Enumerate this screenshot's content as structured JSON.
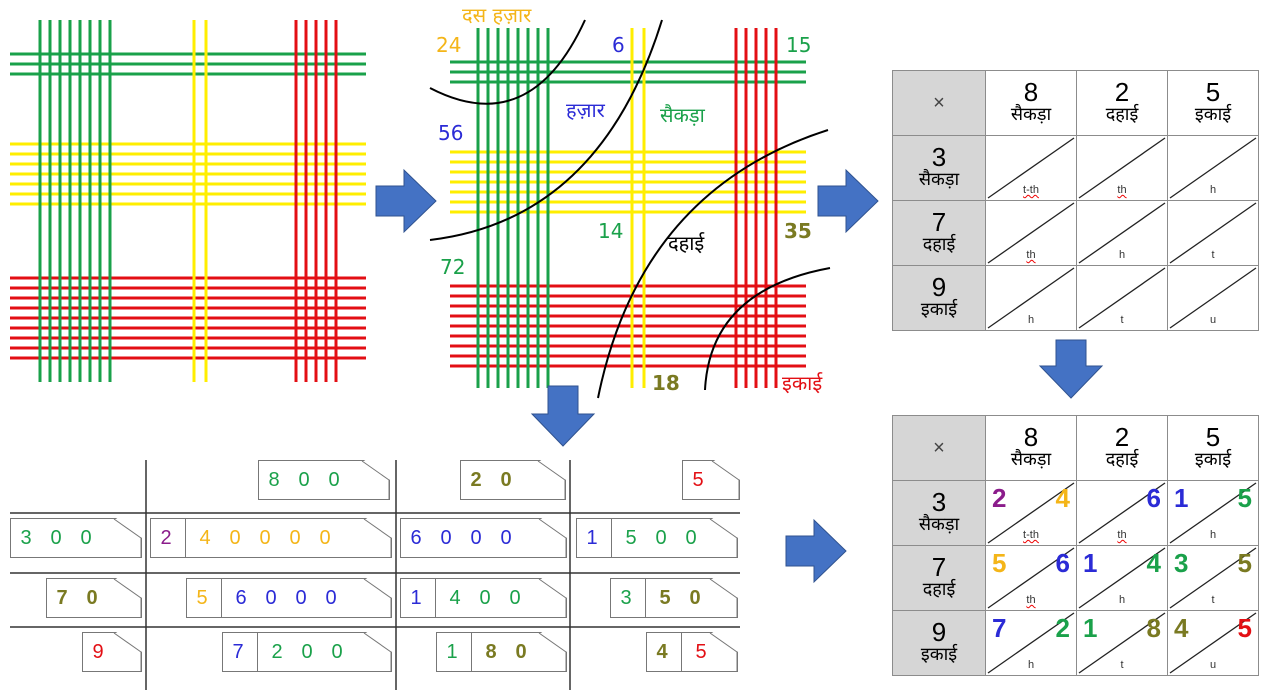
{
  "colors": {
    "green": "#1aa14a",
    "yellow": "#ffee00",
    "red": "#e30f14",
    "blue": "#2b2bd6",
    "orange": "#f4b518",
    "olive": "#7a7a22",
    "purple": "#8b1c8b",
    "arrow": "#4472c4"
  },
  "diagram2": {
    "labels": {
      "das_hazar": "दस हज़ार",
      "hazar": "हज़ार",
      "saikda": "सैकड़ा",
      "dahai": "दहाई",
      "ikai": "इकाई",
      "n24": "24",
      "n6": "6",
      "n15": "15",
      "n56": "56",
      "n14": "14",
      "n35": "35",
      "n72": "72",
      "n18": "18"
    }
  },
  "table_top": {
    "corner": "×",
    "cols": [
      {
        "num": "8",
        "place": "सैकड़ा"
      },
      {
        "num": "2",
        "place": "दहाई"
      },
      {
        "num": "5",
        "place": "इकाई"
      }
    ],
    "rows": [
      {
        "num": "3",
        "place": "सैकड़ा",
        "caps": [
          "t-th",
          "th",
          "h"
        ]
      },
      {
        "num": "7",
        "place": "दहाई",
        "caps": [
          "th",
          "h",
          "t"
        ]
      },
      {
        "num": "9",
        "place": "इकाई",
        "caps": [
          "h",
          "t",
          "u"
        ]
      }
    ]
  },
  "table_bottom": {
    "corner": "×",
    "cols": [
      {
        "num": "8",
        "place": "सैकड़ा"
      },
      {
        "num": "2",
        "place": "दहाई"
      },
      {
        "num": "5",
        "place": "इकाई"
      }
    ],
    "rows": [
      {
        "num": "3",
        "place": "सैकड़ा",
        "cells": [
          {
            "l": "2",
            "r": "4",
            "cap": "t-th"
          },
          {
            "l": "",
            "r": "6",
            "cap": "th"
          },
          {
            "l": "1",
            "r": "5",
            "cap": "h"
          }
        ]
      },
      {
        "num": "7",
        "place": "दहाई",
        "cells": [
          {
            "l": "5",
            "r": "6",
            "cap": "th"
          },
          {
            "l": "1",
            "r": "4",
            "cap": "h"
          },
          {
            "l": "3",
            "r": "5",
            "cap": "t"
          }
        ]
      },
      {
        "num": "9",
        "place": "इकाई",
        "cells": [
          {
            "l": "7",
            "r": "2",
            "cap": "h"
          },
          {
            "l": "1",
            "r": "8",
            "cap": "t"
          },
          {
            "l": "4",
            "r": "5",
            "cap": "u"
          }
        ]
      }
    ]
  },
  "grid_boxes": {
    "header": [
      [
        "8",
        "0",
        "0"
      ],
      [
        "2",
        "0"
      ],
      [
        "5"
      ]
    ],
    "rows": [
      {
        "mult": [
          "3",
          "0",
          "0"
        ],
        "p1": [
          [
            "2"
          ],
          [
            "4",
            "0",
            "0",
            "0",
            "0"
          ]
        ],
        "p2": [
          "6",
          "0",
          "0",
          "0"
        ],
        "p3": [
          [
            "1"
          ],
          [
            "5",
            "0",
            "0"
          ]
        ]
      },
      {
        "mult": [
          "7",
          "0"
        ],
        "p1": [
          [
            "5"
          ],
          [
            "6",
            "0",
            "0",
            "0"
          ]
        ],
        "p2": [
          [
            "1"
          ],
          [
            "4",
            "0",
            "0"
          ]
        ],
        "p3": [
          [
            "3"
          ],
          [
            "5",
            "0"
          ]
        ]
      },
      {
        "mult": [
          "9"
        ],
        "p1": [
          [
            "7"
          ],
          [
            "2",
            "0",
            "0"
          ]
        ],
        "p2": [
          [
            "1"
          ],
          [
            "8",
            "0"
          ]
        ],
        "p3": [
          [
            "4"
          ],
          [
            "5"
          ]
        ]
      }
    ]
  }
}
